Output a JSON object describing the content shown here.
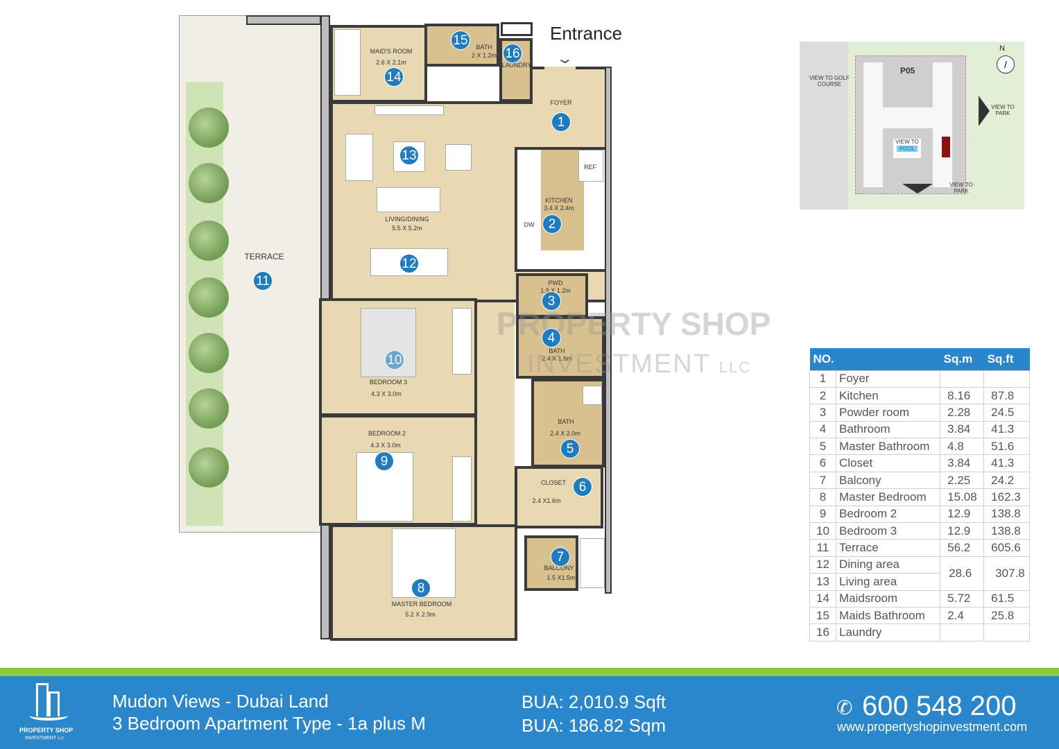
{
  "plan": {
    "entrance": "Entrance",
    "terrace": "TERRACE",
    "rooms": {
      "maid": {
        "name": "MAID'S ROOM",
        "dim": "2.6 X 2.1m"
      },
      "maid_bath": {
        "name": "BATH",
        "dim": "2 X 1.2m"
      },
      "laundry": {
        "name": "LAUNDRY"
      },
      "foyer": {
        "name": "FOYER"
      },
      "kitchen": {
        "name": "KITCHEN",
        "dim": "3.4 X 2.4m",
        "ref": "REF",
        "dw": "DW"
      },
      "living": {
        "name": "LIVING/DINING",
        "dim": "5.5 X 5.2m"
      },
      "pwd": {
        "name": "PWD",
        "dim": "1.9 X 1.2m"
      },
      "bath": {
        "name": "BATH",
        "dim": "2.4 X 1.6m"
      },
      "master_bath": {
        "name": "BATH",
        "dim": "2.4 X 2.0m"
      },
      "closet": {
        "name": "CLOSET",
        "dim": "2.4 X1.6m"
      },
      "balcony": {
        "name": "BALCONY",
        "dim": "1.5 X1.5m"
      },
      "bedroom3": {
        "name": "BEDROOM 3",
        "dim": "4.3 X 3.0m"
      },
      "bedroom2": {
        "name": "BEDROOM 2",
        "dim": "4.3 X 3.0m"
      },
      "master": {
        "name": "MASTER BEDROOM",
        "dim": "5.2 X 2.9m"
      }
    },
    "badges": [
      "1",
      "2",
      "3",
      "4",
      "5",
      "6",
      "7",
      "8",
      "9",
      "10",
      "11",
      "12",
      "13",
      "14",
      "15",
      "16"
    ],
    "watermark": {
      "line1": "PROPERTY SHOP",
      "line2": "INVESTMENT",
      "llc": "LLC"
    }
  },
  "keyplan": {
    "north": "N",
    "p05": "P05",
    "golf": "VIEW TO GOLF COURSE",
    "park_e": "VIEW TO PARK",
    "pool_view": "VIEW TO",
    "pool": "POOL",
    "park_s": "VIEW TO PARK"
  },
  "table": {
    "headers": [
      "NO.",
      "Sq.m",
      "Sq.ft"
    ],
    "rows": [
      {
        "no": "1",
        "name": "Foyer",
        "sqm": "",
        "sqft": ""
      },
      {
        "no": "2",
        "name": "Kitchen",
        "sqm": "8.16",
        "sqft": "87.8"
      },
      {
        "no": "3",
        "name": "Powder room",
        "sqm": "2.28",
        "sqft": "24.5"
      },
      {
        "no": "4",
        "name": "Bathroom",
        "sqm": "3.84",
        "sqft": "41.3"
      },
      {
        "no": "5",
        "name": "Master Bathroom",
        "sqm": "4.8",
        "sqft": "51.6"
      },
      {
        "no": "6",
        "name": "Closet",
        "sqm": "3.84",
        "sqft": "41.3"
      },
      {
        "no": "7",
        "name": "Balcony",
        "sqm": "2.25",
        "sqft": "24.2"
      },
      {
        "no": "8",
        "name": "Master Bedroom",
        "sqm": "15.08",
        "sqft": "162.3"
      },
      {
        "no": "9",
        "name": "Bedroom 2",
        "sqm": "12.9",
        "sqft": "138.8"
      },
      {
        "no": "10",
        "name": "Bedroom 3",
        "sqm": "12.9",
        "sqft": "138.8"
      },
      {
        "no": "11",
        "name": "Terrace",
        "sqm": "56.2",
        "sqft": "605.6"
      },
      {
        "no": "12",
        "name": "Dining area",
        "sqm": "28.6",
        "sqft": "307.8"
      },
      {
        "no": "13",
        "name": "Living area",
        "sqm": "",
        "sqft": ""
      },
      {
        "no": "14",
        "name": "Maidsroom",
        "sqm": "5.72",
        "sqft": "61.5"
      },
      {
        "no": "15",
        "name": "Maids Bathroom",
        "sqm": "2.4",
        "sqft": "25.8"
      },
      {
        "no": "16",
        "name": "Laundry",
        "sqm": "",
        "sqft": ""
      }
    ]
  },
  "footer": {
    "logo_line1": "PROPERTY SHOP",
    "logo_line2": "INVESTMENT",
    "logo_llc": "LLC",
    "title": "Mudon Views - Dubai Land",
    "subtitle": "3 Bedroom Apartment Type - 1a plus M",
    "bua_sqft": "BUA: 2,010.9 Sqft",
    "bua_sqm": "BUA: 186.82 Sqm",
    "phone": "600 548 200",
    "website": "www.propertyshopinvestment.com"
  },
  "colors": {
    "accent": "#2a86cc",
    "green": "#8dc63f",
    "badge": "#1f7cc0",
    "floor": "#e9d9b3"
  }
}
